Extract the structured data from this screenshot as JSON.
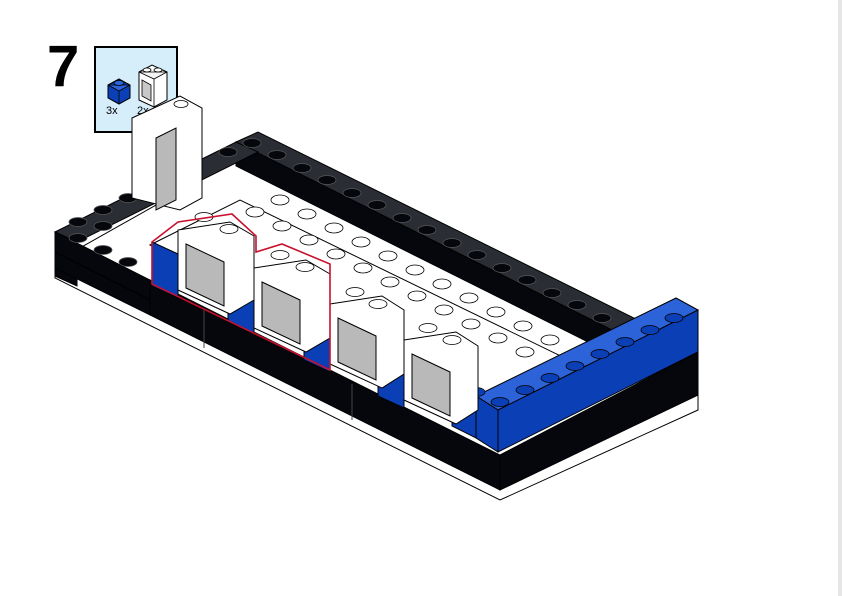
{
  "step": {
    "number": "7"
  },
  "parts_list": {
    "items": [
      {
        "name": "blue-brick-1x1",
        "quantity": "3x",
        "color": "#0b3fb5"
      },
      {
        "name": "white-window-frame",
        "quantity": "2x",
        "color": "#ffffff"
      }
    ]
  },
  "colors": {
    "black_brick": "#05070d",
    "blue_brick": "#0b3fb5",
    "white_plate": "#ffffff",
    "glass": "#b9b9b9",
    "callout_outline": "#c8102e",
    "parts_background": "#d6eefa"
  }
}
